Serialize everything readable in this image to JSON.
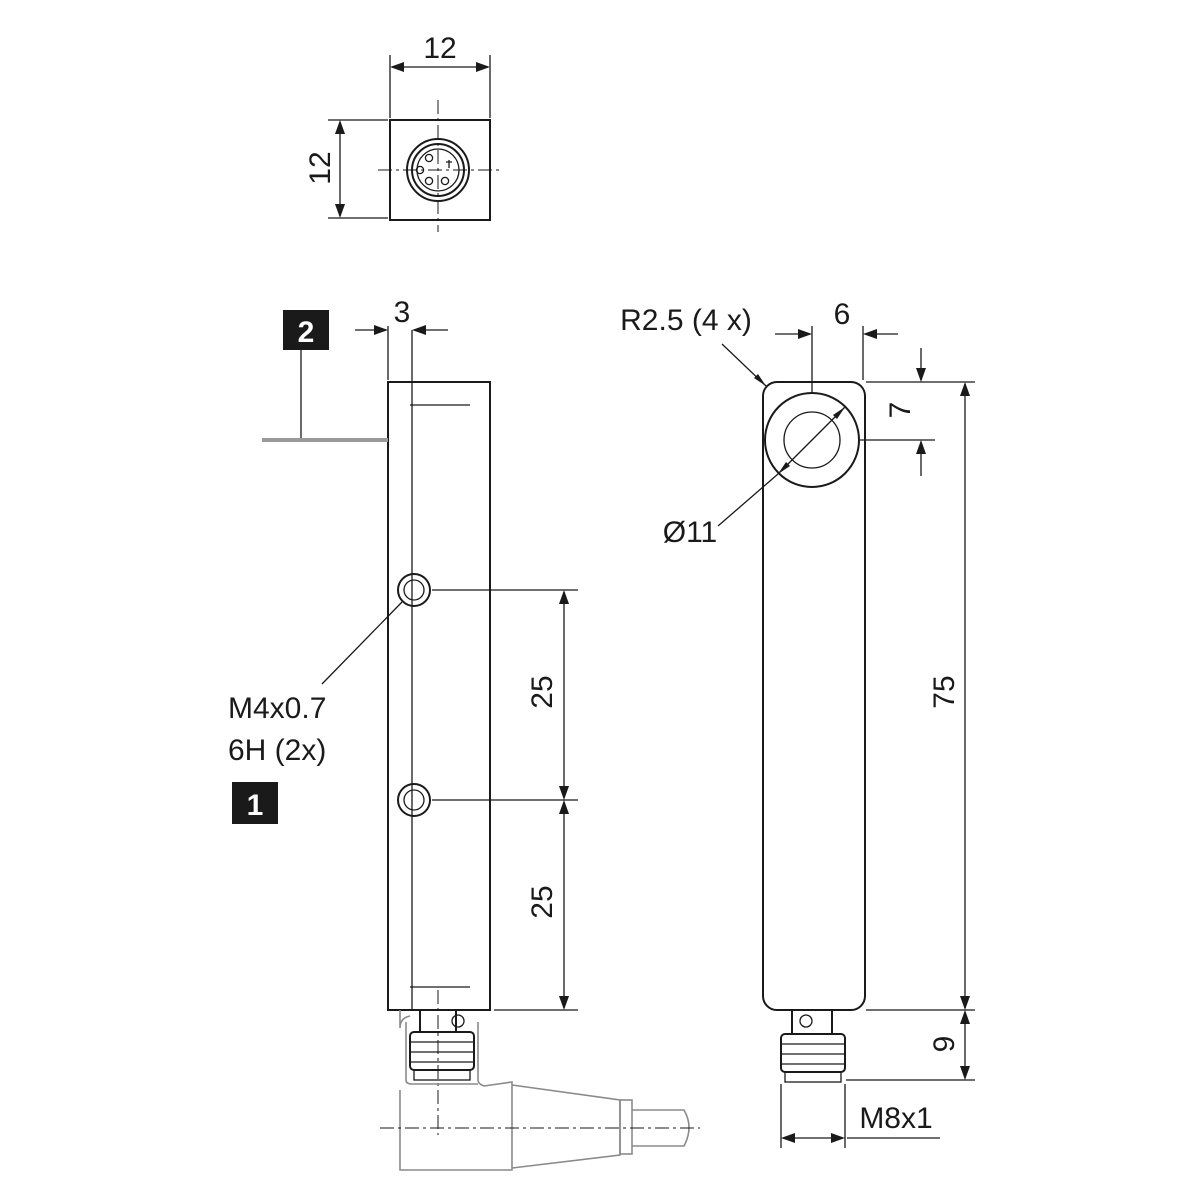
{
  "drawing": {
    "top_view": {
      "width_label": "12",
      "height_label": "12"
    },
    "side_view": {
      "offset_label": "3",
      "spacing_upper_label": "25",
      "spacing_lower_label": "25",
      "thread_label_line1": "M4x0.7",
      "thread_label_line2": "6H (2x)",
      "marker_1": "1",
      "marker_2": "2"
    },
    "front_view": {
      "radius_label": "R2.5 (4 x)",
      "hole_offset_label": "6",
      "hole_top_label": "7",
      "diameter_label": "Ø11",
      "length_label": "75",
      "connector_length_label": "9",
      "connector_thread_label": "M8x1"
    }
  }
}
